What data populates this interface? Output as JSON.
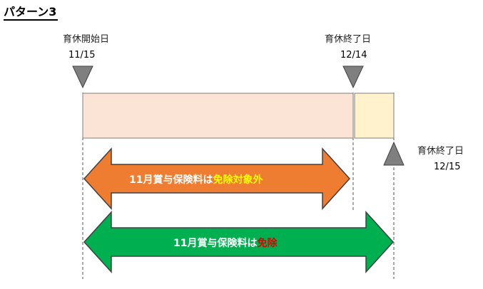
{
  "title": "パターン3",
  "markers": {
    "start": {
      "label": "育休開始日",
      "date": "11/15"
    },
    "end_original": {
      "label": "育休終了日",
      "date": "12/14"
    },
    "end_extended": {
      "label": "育休終了日",
      "date": "12/15"
    }
  },
  "arrows": {
    "orange": {
      "text_prefix": "11月賞与保険料は",
      "text_highlight": "免除対象外",
      "fill_color": "#ee7d31",
      "highlight_color": "#ffff00"
    },
    "green": {
      "text_prefix": "11月賞与保険料は",
      "text_highlight": "免除",
      "fill_color": "#00b050",
      "highlight_color": "#e00000"
    }
  },
  "bars": {
    "main_color": "#fbe4d5",
    "extension_color": "#fff2cc"
  }
}
